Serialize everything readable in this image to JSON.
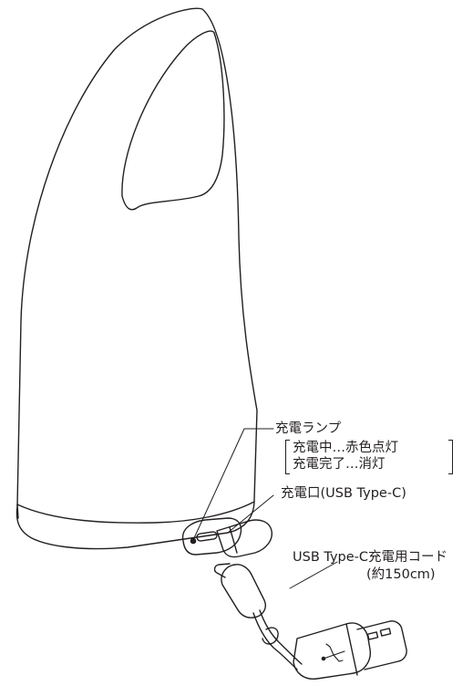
{
  "labels": {
    "lamp_title": "充電ランプ",
    "lamp_charging": "充電中…赤色点灯",
    "lamp_done": "充電完了…消灯",
    "port": "充電口(USB Type-C)",
    "cord": "USB Type-C充電用コード",
    "cord_length": "(約150cm)"
  },
  "colors": {
    "line": "#231f20",
    "body": "#ffffff"
  }
}
